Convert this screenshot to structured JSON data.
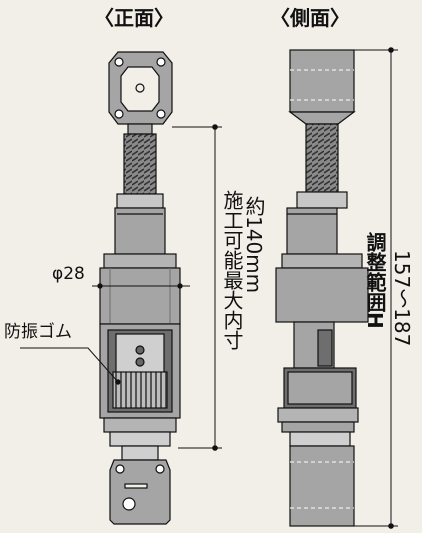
{
  "front_view": {
    "title": "〈正面〉",
    "diameter_label": "φ28",
    "part_label": "防振ゴム",
    "dimension_label": "施工可能最大内寸",
    "dimension_value": "約140mm"
  },
  "side_view": {
    "title": "〈側面〉",
    "range_label": "調整範囲H",
    "range_value": "157〜187"
  },
  "colors": {
    "body_gray": "#a5a5a5",
    "dark_gray": "#6e6e6e",
    "light_gray": "#cfcfcf",
    "background": "#f2efe9",
    "line": "#111111"
  }
}
